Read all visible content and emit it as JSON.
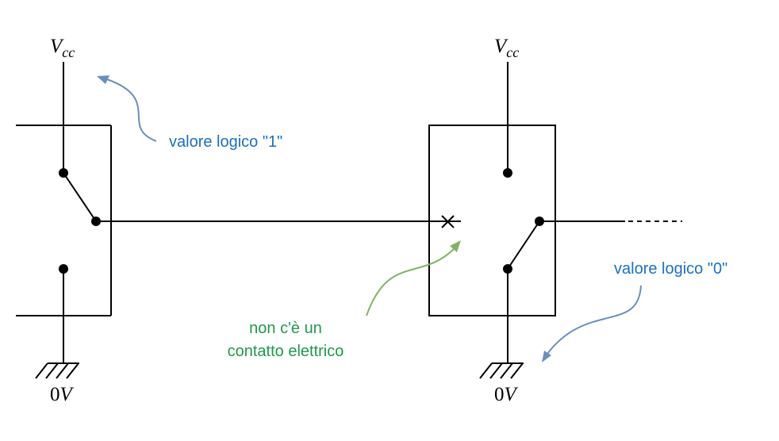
{
  "labels": {
    "vcc_left": {
      "main": "V",
      "sub": "cc"
    },
    "vcc_right": {
      "main": "V",
      "sub": "cc"
    },
    "gnd_left": {
      "digit": "0",
      "unit": "V"
    },
    "gnd_right": {
      "digit": "0",
      "unit": "V"
    }
  },
  "annotations": {
    "logic_one": "valore logico \"1\"",
    "logic_zero": "valore logico \"0\"",
    "no_contact_line1": "non c'è un",
    "no_contact_line2": "contatto elettrico"
  },
  "colors": {
    "wire": "#000000",
    "blue_text": "#1a6fc4",
    "blue_arrow": "#6c8ebf",
    "green_text": "#1e9a46",
    "green_arrow": "#82b366"
  }
}
